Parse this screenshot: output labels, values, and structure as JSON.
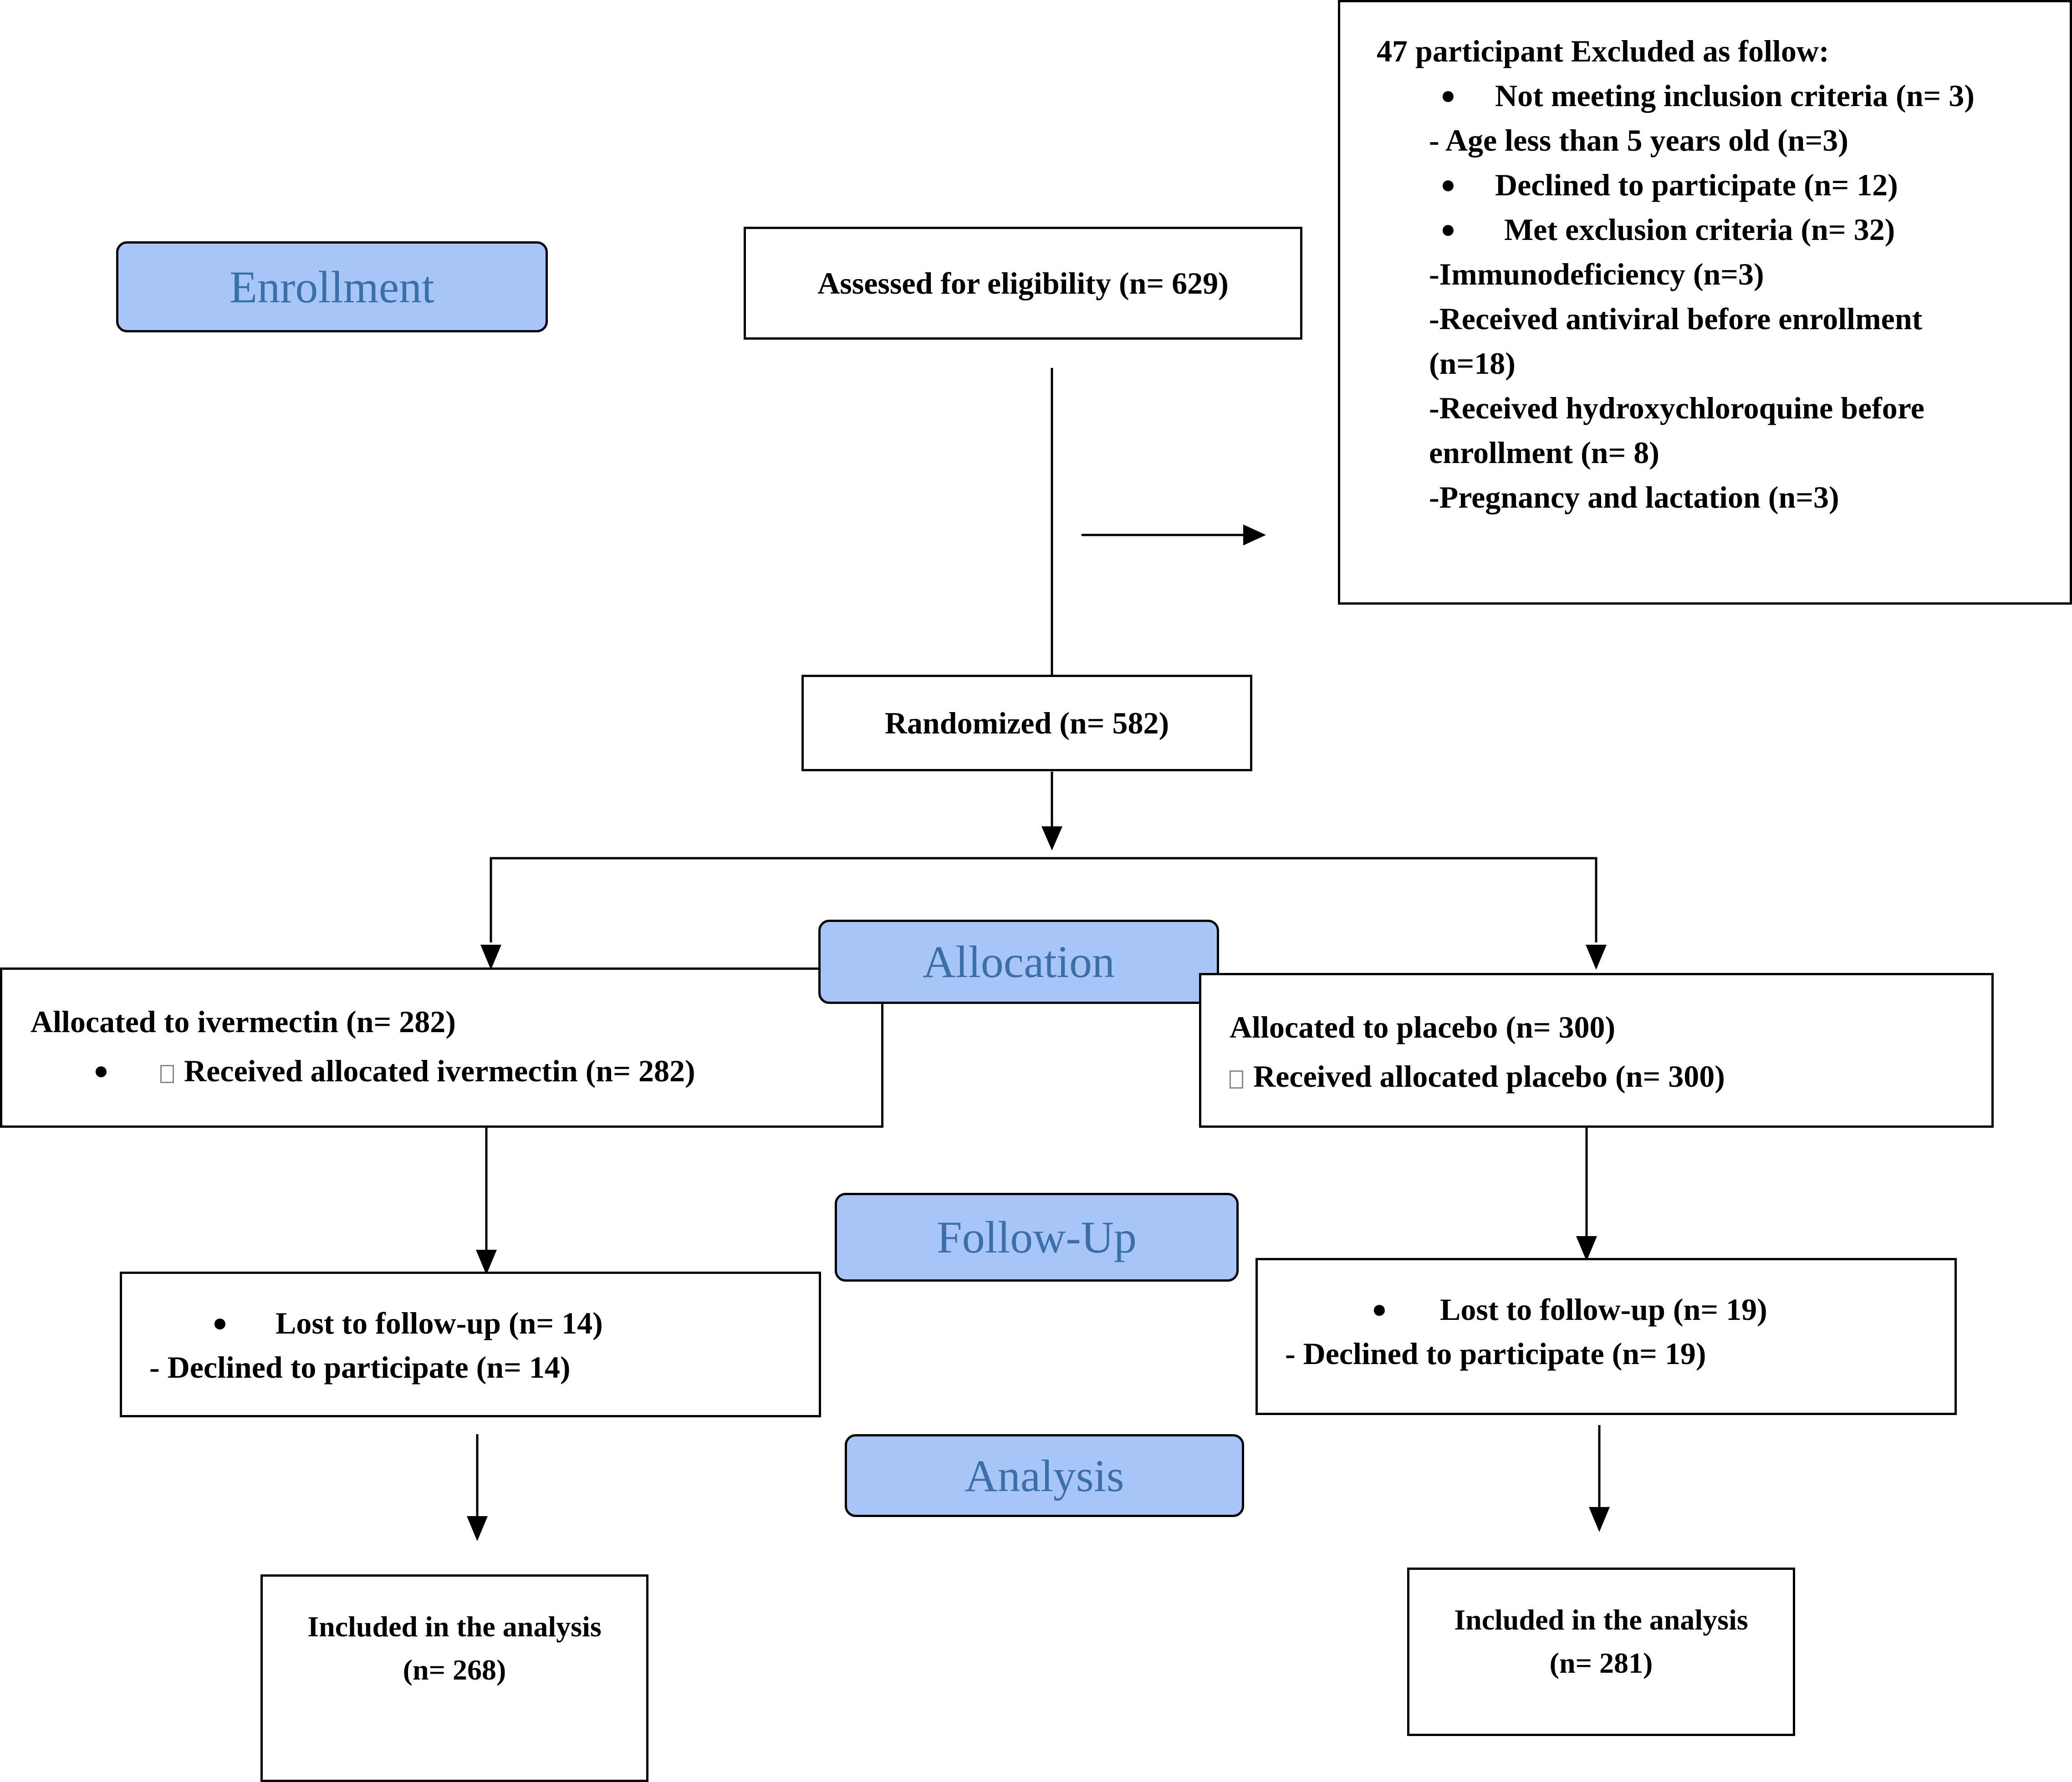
{
  "stages": {
    "enrollment": "Enrollment",
    "allocation": "Allocation",
    "follow_up": "Follow-Up",
    "analysis": "Analysis"
  },
  "assessed": "Assessed for eligibility (n= 629)",
  "excluded": {
    "title": "47 participant Excluded as follow:",
    "not_meeting": "Not meeting inclusion criteria (n= 3)",
    "age": "- Age less than 5 years old (n=3)",
    "declined": "Declined to participate (n= 12)",
    "met_exclusion": "Met exclusion criteria (n= 32)",
    "immuno": "-Immunodeficiency (n=3)",
    "antiviral_1": "-Received antiviral before enrollment",
    "antiviral_2": "(n=18)",
    "hcq_1": "-Received hydroxychloroquine before",
    "hcq_2": "enrollment (n= 8)",
    "pregnancy": "-Pregnancy and lactation (n=3)"
  },
  "randomized": "Randomized (n= 582)",
  "ivermectin": {
    "allocated": "Allocated to ivermectin (n= 282)",
    "received": "Received allocated ivermectin (n= 282)",
    "lost": "Lost to follow-up (n= 14)",
    "declined": "- Declined to participate (n= 14)",
    "included_1": "Included in the analysis",
    "included_2": "(n= 268)"
  },
  "placebo": {
    "allocated": "Allocated to placebo (n= 300)",
    "received": "Received allocated placebo (n= 300)",
    "lost": "Lost to follow-up (n= 19)",
    "declined": "- Declined to participate (n= 19)",
    "included_1": "Included in the analysis",
    "included_2": "(n= 281)"
  }
}
